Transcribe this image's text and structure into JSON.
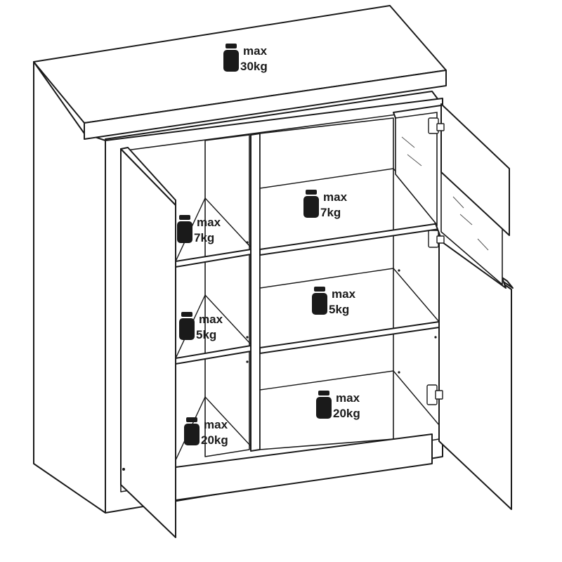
{
  "load_labels": [
    {
      "id": "top",
      "word": "max",
      "limit": "30kg"
    },
    {
      "id": "left-upper",
      "word": "max",
      "limit": "7kg"
    },
    {
      "id": "left-middle",
      "word": "max",
      "limit": "5kg"
    },
    {
      "id": "left-bottom",
      "word": "max",
      "limit": "20kg"
    },
    {
      "id": "right-upper",
      "word": "max",
      "limit": "7kg"
    },
    {
      "id": "right-middle",
      "word": "max",
      "limit": "5kg"
    },
    {
      "id": "right-bottom",
      "word": "max",
      "limit": "20kg"
    }
  ],
  "icons": {
    "weight": "weight-icon",
    "hinge": "hinge-icon"
  }
}
